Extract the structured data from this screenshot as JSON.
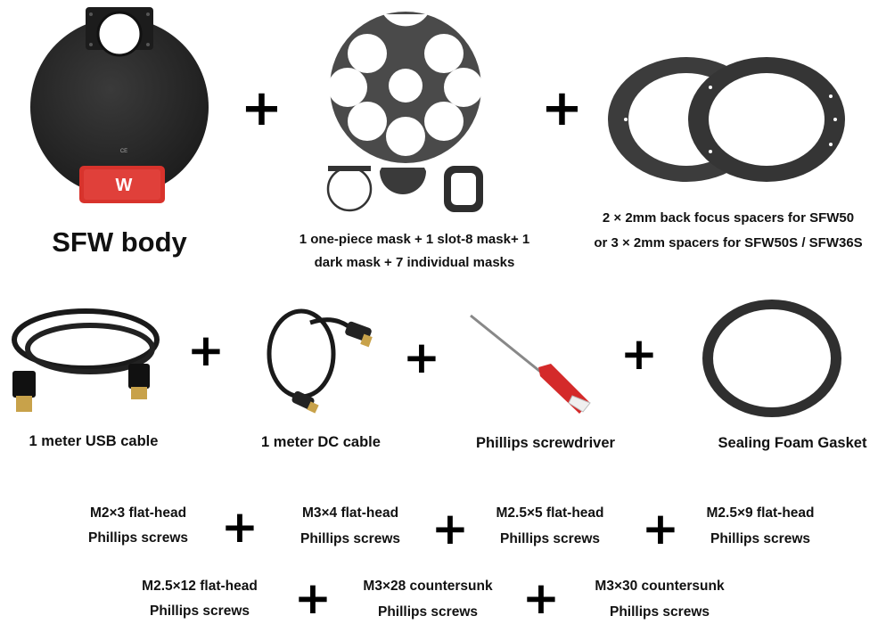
{
  "row1": {
    "body": {
      "caption": "SFW body",
      "brand_badge": "W",
      "plate_text": "CE"
    },
    "masks": {
      "caption_line1": "1 one-piece mask + 1 slot-8 mask+ 1",
      "caption_line2": "dark mask + 7 individual masks"
    },
    "spacers": {
      "caption_line1": "2 × 2mm back focus spacers for SFW50",
      "caption_line2": "or 3 × 2mm spacers for SFW50S / SFW36S"
    }
  },
  "row2": {
    "usb": {
      "caption": "1 meter USB cable"
    },
    "dc": {
      "caption": "1 meter DC cable"
    },
    "screwdriver": {
      "caption": "Phillips screwdriver"
    },
    "gasket": {
      "caption": "Sealing Foam Gasket"
    }
  },
  "screws_row1": [
    {
      "line1": "M2×3 flat-head",
      "line2": "Phillips screws"
    },
    {
      "line1": "M3×4 flat-head",
      "line2": "Phillips screws"
    },
    {
      "line1": "M2.5×5 flat-head",
      "line2": "Phillips screws"
    },
    {
      "line1": "M2.5×9 flat-head",
      "line2": "Phillips screws"
    }
  ],
  "screws_row2": [
    {
      "line1": "M2.5×12 flat-head",
      "line2": "Phillips screws"
    },
    {
      "line1": "M3×28 countersunk",
      "line2": "Phillips screws"
    },
    {
      "line1": "M3×30 countersunk",
      "line2": "Phillips screws"
    }
  ],
  "plus_symbol": "+",
  "colors": {
    "body_dark": "#2a2a2a",
    "badge_red": "#d8332c",
    "mask_gray": "#4a4a4a",
    "spacer_gray": "#3c3c3c",
    "screwdriver_red": "#d42a2a",
    "gold": "#c8a24a"
  }
}
